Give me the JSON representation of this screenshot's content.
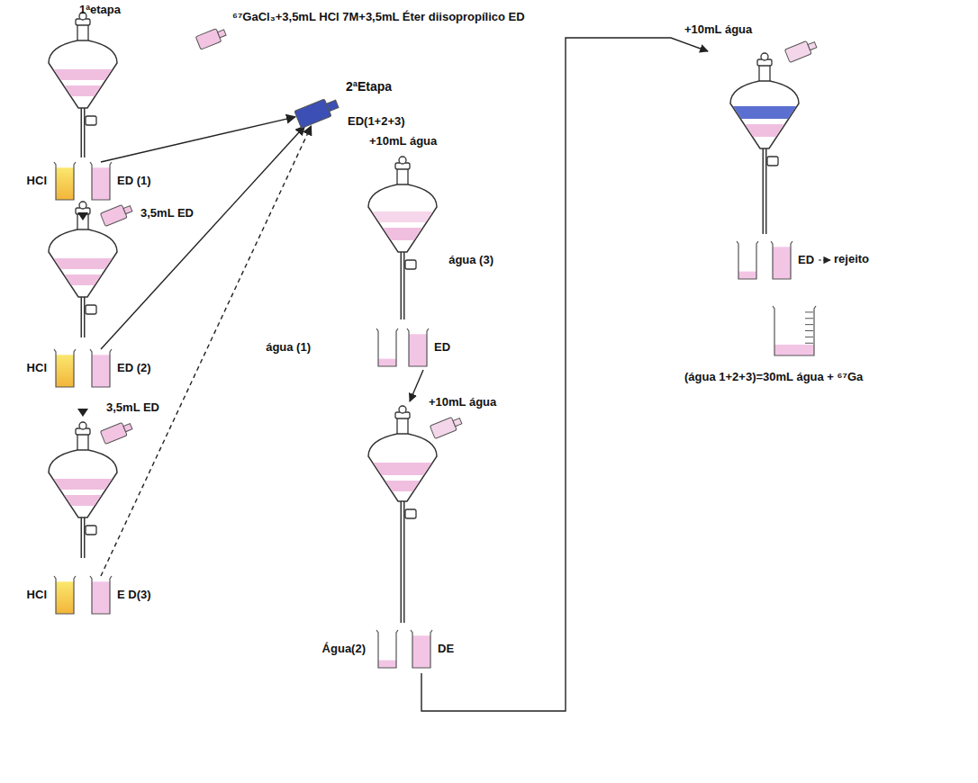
{
  "diagram": {
    "nodes": [
      {
        "text": [
          "⁶⁷GaCl₃+3,5mL HCl 7M+3,5mL Éter diisopropílico ED"
        ]
      },
      {
        "text": [
          "HCl"
        ]
      },
      {
        "text": [
          "ED (1)"
        ]
      },
      {
        "text": [
          "3,5mL ED"
        ]
      },
      {
        "text": [
          "HCl"
        ]
      },
      {
        "text": [
          "ED (2)"
        ]
      },
      {
        "text": [
          "3,5mL ED"
        ]
      },
      {
        "text": [
          "HCl"
        ]
      },
      {
        "text": [
          "E D(3)"
        ]
      },
      {
        "text": [
          "ED(1+2+3)",
          "+10mL água"
        ]
      },
      {
        "text": [
          "água (1)"
        ]
      },
      {
        "text": [
          "ED"
        ]
      },
      {
        "text": [
          "+10mL água"
        ]
      },
      {
        "text": [
          "Água(2)"
        ]
      },
      {
        "text": [
          "DE"
        ]
      },
      {
        "text": [
          "+10mL água"
        ]
      },
      {
        "text": [
          "água (3)"
        ]
      },
      {
        "text": [
          "ED"
        ]
      },
      {
        "text": [
          "(água 1+2+3)=30mL água + ⁶⁷Ga"
        ]
      }
    ],
    "edges": [
      {
        "from": 2,
        "to": 9,
        "arrow": "to"
      },
      {
        "from": 5,
        "to": 9,
        "arrow": "to"
      },
      {
        "from": 8,
        "to": 9,
        "arrow": "to"
      }
    ],
    "labels": [
      "1ªetapa",
      "2ªEtapa",
      "rejeito"
    ]
  }
}
